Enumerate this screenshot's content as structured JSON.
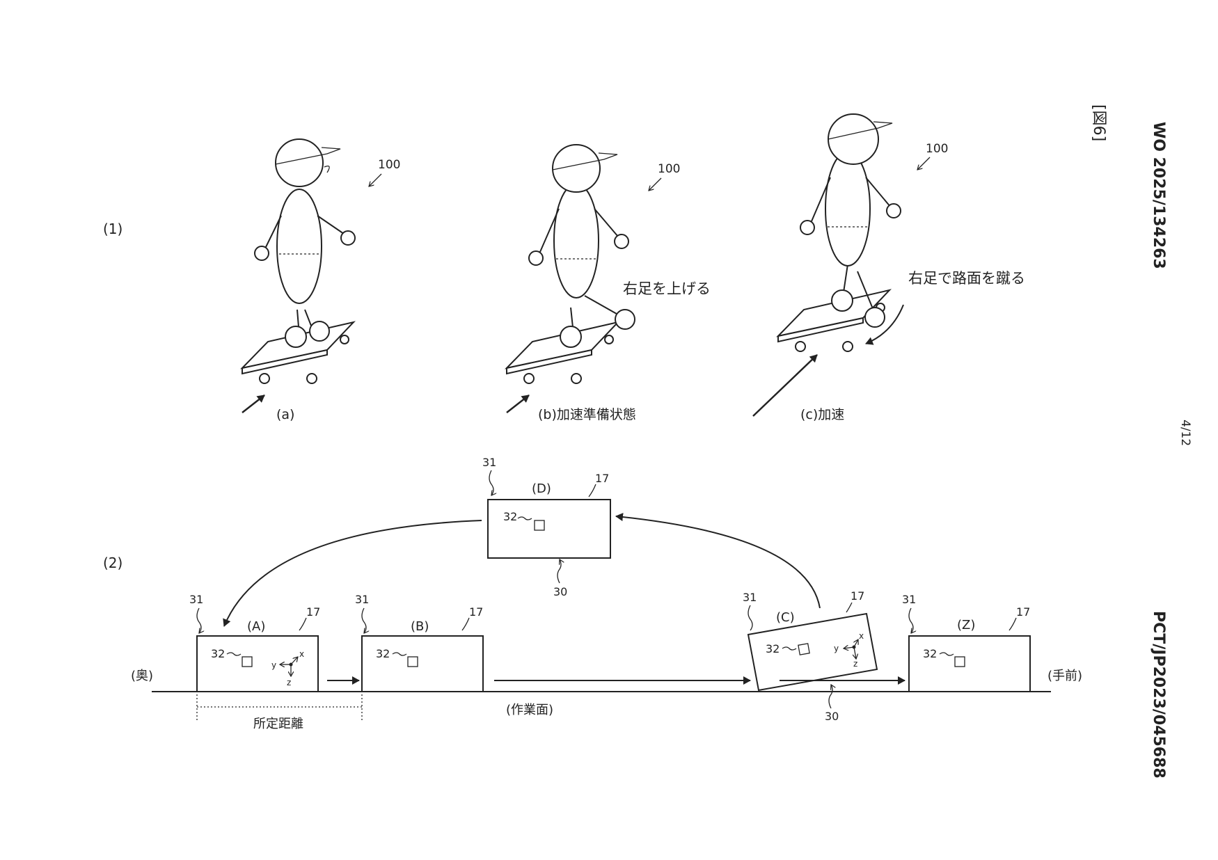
{
  "header": {
    "doc_number": "WO 2025/134263",
    "app_number": "PCT/JP2023/045688",
    "figure_label": "[図6]",
    "page_number": "4/12"
  },
  "panel1": {
    "label": "(1)",
    "figures": [
      {
        "ref": "100",
        "caption": "(a)"
      },
      {
        "ref": "100",
        "caption": "(b)加速準備状態",
        "note": "右足を上げる"
      },
      {
        "ref": "100",
        "caption": "(c)加速",
        "note": "右足で路面を蹴る"
      }
    ]
  },
  "panel2": {
    "label": "(2)",
    "left_label": "(奥)",
    "right_label": "(手前)",
    "surface_label": "(作業面)",
    "distance_label": "所定距離",
    "boxes": [
      {
        "label": "(A)",
        "ref_31": "31",
        "ref_17": "17",
        "ref_32": "32"
      },
      {
        "label": "(B)",
        "ref_31": "31",
        "ref_17": "17",
        "ref_32": "32"
      },
      {
        "label": "(C)",
        "ref_31": "31",
        "ref_17": "17",
        "ref_32": "32",
        "ref_30": "30"
      },
      {
        "label": "(D)",
        "ref_31": "31",
        "ref_17": "17",
        "ref_32": "32",
        "ref_30": "30"
      },
      {
        "label": "(Z)",
        "ref_31": "31",
        "ref_17": "17",
        "ref_32": "32"
      }
    ],
    "axis_labels": {
      "y": "y",
      "x": "x",
      "z": "z"
    }
  }
}
